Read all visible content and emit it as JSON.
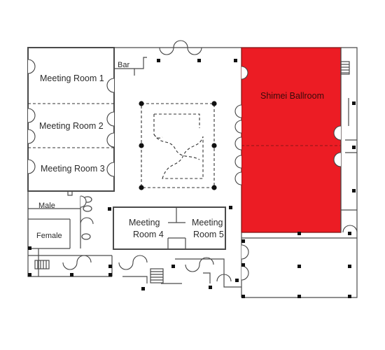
{
  "labels": {
    "meeting_room_1": "Meeting Room 1",
    "meeting_room_2": "Meeting Room 2",
    "meeting_room_3": "Meeting Room 3",
    "meeting_room_4_line1": "Meeting",
    "meeting_room_4_line2": "Room 4",
    "meeting_room_5_line1": "Meeting",
    "meeting_room_5_line2": "Room 5",
    "ballroom": "Shimei Ballroom",
    "bar": "Bar",
    "male": "Male",
    "female": "Female"
  },
  "colors": {
    "meeting_room_fill": "#c4b9b3",
    "ballroom_fill": "#ec1c24",
    "wall": "#4a4a4a",
    "column": "#111111"
  },
  "icons": [
    "door-swing-icon",
    "column-icon",
    "stair-icon",
    "toilet-icon",
    "sink-icon"
  ]
}
